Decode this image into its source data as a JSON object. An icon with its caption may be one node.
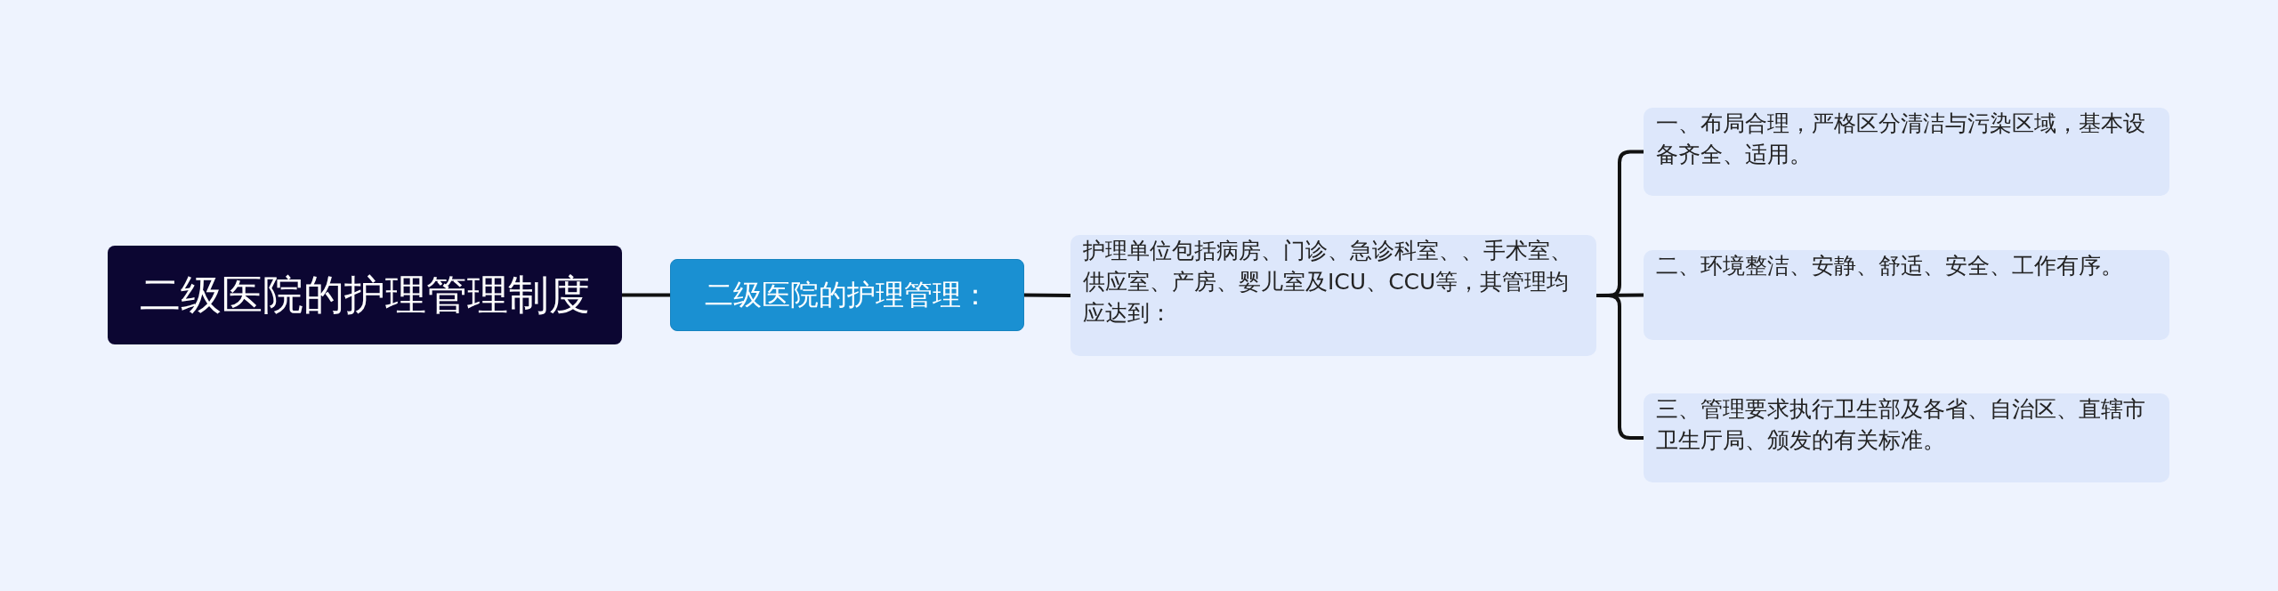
{
  "diagram": {
    "nodes": [
      {
        "text": [
          "二级医院的护理管理制度"
        ]
      },
      {
        "text": [
          "二级医院的护理管理："
        ]
      },
      {
        "text": [
          "护理单位包括病房、门诊、急诊科室、、手术室、供应室、产房、婴儿室及ICU、CCU等，其管理均应达到："
        ]
      },
      {
        "text": [
          "一、布局合理，严格区分清洁与污染区域，基本设备齐全、适用。"
        ]
      },
      {
        "text": [
          "二、环境整洁、安静、舒适、安全、工作有序。"
        ]
      },
      {
        "text": [
          "三、管理要求执行卫生部及各省、自治区、直辖市卫生厅局、颁发的有关标准。"
        ]
      }
    ],
    "edges": [
      {
        "from": 0,
        "to": 1,
        "arrow": "none"
      },
      {
        "from": 1,
        "to": 2,
        "arrow": "none"
      },
      {
        "from": 2,
        "to": 3,
        "arrow": "none"
      },
      {
        "from": 2,
        "to": 4,
        "arrow": "none"
      },
      {
        "from": 2,
        "to": 5,
        "arrow": "none"
      }
    ]
  }
}
